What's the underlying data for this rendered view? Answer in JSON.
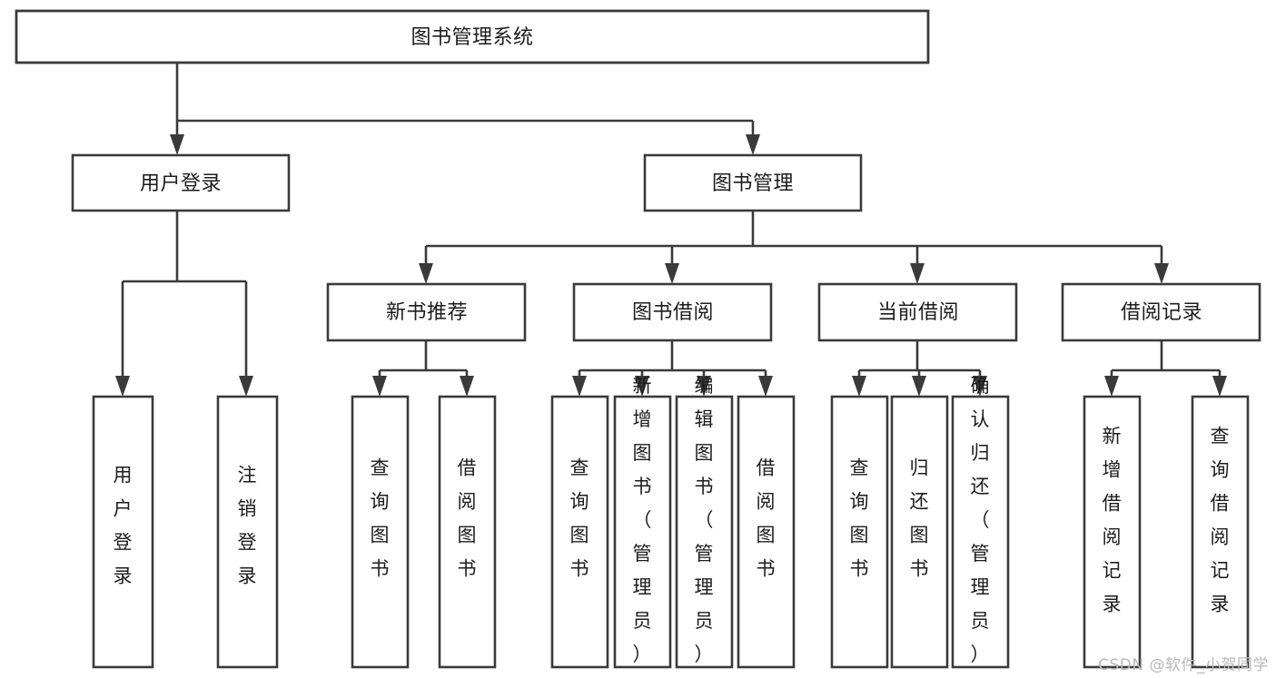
{
  "diagram": {
    "type": "tree-hierarchy",
    "title": "图书管理系统",
    "orientation": "top-down",
    "colors": {
      "box_stroke": "#3a3a3a",
      "box_fill": "#ffffff",
      "text": "#1c1c1c",
      "background": "#ffffff",
      "watermark": "#b9b9b9"
    },
    "nodes": {
      "root": {
        "id": "root",
        "label": "图书管理系统",
        "level": 0,
        "orientation": "horizontal"
      },
      "level1": [
        {
          "id": "user-login",
          "label": "用户登录",
          "level": 1,
          "orientation": "horizontal"
        },
        {
          "id": "book-management",
          "label": "图书管理",
          "level": 1,
          "orientation": "horizontal"
        }
      ],
      "level2": [
        {
          "id": "new-book-recommend",
          "label": "新书推荐",
          "level": 2,
          "orientation": "horizontal",
          "parent": "book-management"
        },
        {
          "id": "book-borrow",
          "label": "图书借阅",
          "level": 2,
          "orientation": "horizontal",
          "parent": "book-management"
        },
        {
          "id": "current-borrow",
          "label": "当前借阅",
          "level": 2,
          "orientation": "horizontal",
          "parent": "book-management"
        },
        {
          "id": "borrow-record",
          "label": "借阅记录",
          "level": 2,
          "orientation": "horizontal",
          "parent": "book-management"
        }
      ],
      "leaves": [
        {
          "id": "leaf-user-login",
          "label": "用户登录",
          "parent": "user-login",
          "orientation": "vertical"
        },
        {
          "id": "leaf-logout",
          "label": "注销登录",
          "parent": "user-login",
          "orientation": "vertical"
        },
        {
          "id": "leaf-query-book-1",
          "label": "查询图书",
          "parent": "new-book-recommend",
          "orientation": "vertical"
        },
        {
          "id": "leaf-borrow-book-1",
          "label": "借阅图书",
          "parent": "new-book-recommend",
          "orientation": "vertical"
        },
        {
          "id": "leaf-query-book-2",
          "label": "查询图书",
          "parent": "book-borrow",
          "orientation": "vertical"
        },
        {
          "id": "leaf-add-book",
          "label": "新增图书（管理员）",
          "parent": "book-borrow",
          "orientation": "vertical"
        },
        {
          "id": "leaf-edit-book",
          "label": "编辑图书（管理员）",
          "parent": "book-borrow",
          "orientation": "vertical"
        },
        {
          "id": "leaf-borrow-book-2",
          "label": "借阅图书",
          "parent": "book-borrow",
          "orientation": "vertical"
        },
        {
          "id": "leaf-query-book-3",
          "label": "查询图书",
          "parent": "current-borrow",
          "orientation": "vertical"
        },
        {
          "id": "leaf-return-book",
          "label": "归还图书",
          "parent": "current-borrow",
          "orientation": "vertical"
        },
        {
          "id": "leaf-confirm-return",
          "label": "确认归还（管理员）",
          "parent": "current-borrow",
          "orientation": "vertical"
        },
        {
          "id": "leaf-add-record",
          "label": "新增借阅记录",
          "parent": "borrow-record",
          "orientation": "vertical"
        },
        {
          "id": "leaf-query-record",
          "label": "查询借阅记录",
          "parent": "borrow-record",
          "orientation": "vertical"
        }
      ]
    }
  },
  "watermark": {
    "text": "CSDN @软件_小贺同学"
  }
}
